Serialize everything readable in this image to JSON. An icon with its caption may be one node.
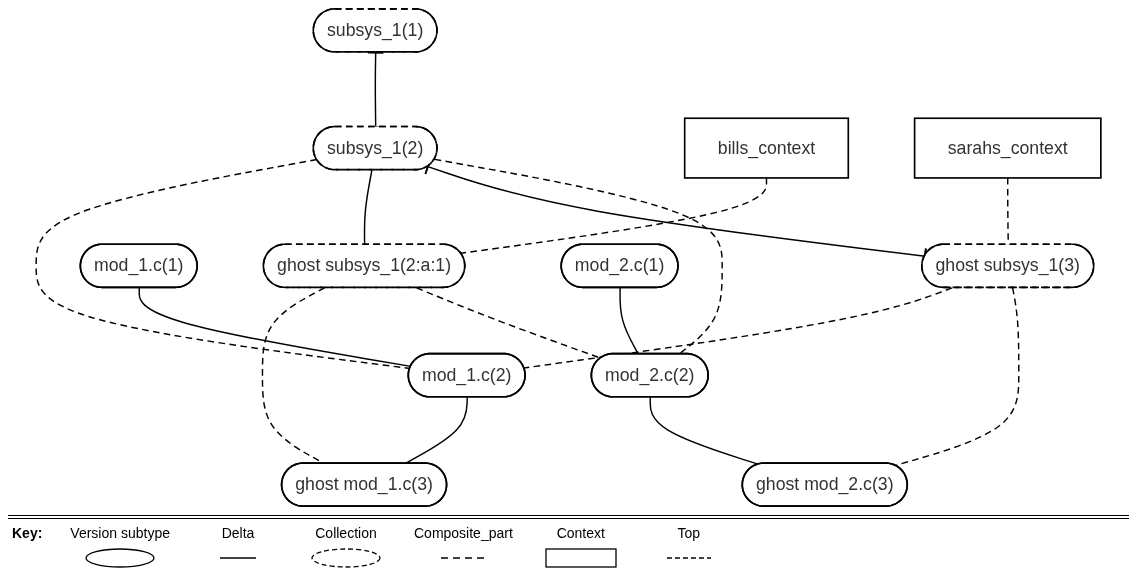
{
  "diagram": {
    "nodes": [
      {
        "text": [
          "bills_context"
        ]
      },
      {
        "text": [
          "sarahs_context"
        ]
      },
      {
        "text": [
          "subsys_1(1)"
        ]
      },
      {
        "text": [
          "subsys_1(2)"
        ]
      },
      {
        "text": [
          "ghost subsys_1(3)"
        ]
      },
      {
        "text": [
          "ghost subsys_1(2:a:1)"
        ]
      },
      {
        "text": [
          "mod_1.c(1)"
        ]
      },
      {
        "text": [
          "mod_1.c(2)"
        ]
      },
      {
        "text": [
          "ghost mod_1.c(3)"
        ]
      },
      {
        "text": [
          "mod_2.c(1)"
        ]
      },
      {
        "text": [
          "mod_2.c(2)"
        ]
      },
      {
        "text": [
          "ghost mod_2.c(3)"
        ]
      }
    ],
    "edges": [
      {
        "from": 3,
        "to": 10,
        "arrow": "none",
        "style": "dashed"
      },
      {
        "from": 0,
        "to": 5,
        "arrow": "none",
        "style": "dashed"
      },
      {
        "from": 1,
        "to": 4,
        "arrow": "none",
        "style": "dashed"
      },
      {
        "from": 2,
        "to": 3,
        "arrow": "other"
      },
      {
        "from": 3,
        "to": 4,
        "arrow": "other"
      },
      {
        "from": 4,
        "to": 11,
        "arrow": "none",
        "style": "dashed"
      },
      {
        "from": 3,
        "to": 5,
        "arrow": "none"
      },
      {
        "from": 3,
        "to": 7,
        "arrow": "none",
        "style": "dashed"
      },
      {
        "from": 4,
        "to": 7,
        "arrow": "none",
        "style": "dashed"
      },
      {
        "from": 5,
        "to": 10,
        "arrow": "none",
        "style": "dashed"
      },
      {
        "from": 5,
        "to": 8,
        "arrow": "none",
        "style": "dashed"
      },
      {
        "from": 6,
        "to": 7,
        "arrow": "none"
      },
      {
        "from": 7,
        "to": 8,
        "arrow": "none"
      },
      {
        "from": 9,
        "to": 10,
        "arrow": "none"
      },
      {
        "from": 10,
        "to": 11,
        "arrow": "none"
      }
    ],
    "labels": [
      "Key:"
    ],
    "legend": [
      {
        "text": "Version subtype"
      },
      {
        "text": "Delta"
      },
      {
        "text": "Collection"
      },
      {
        "text": "Composite_part"
      },
      {
        "text": "Context"
      },
      {
        "text": "Top"
      }
    ]
  }
}
